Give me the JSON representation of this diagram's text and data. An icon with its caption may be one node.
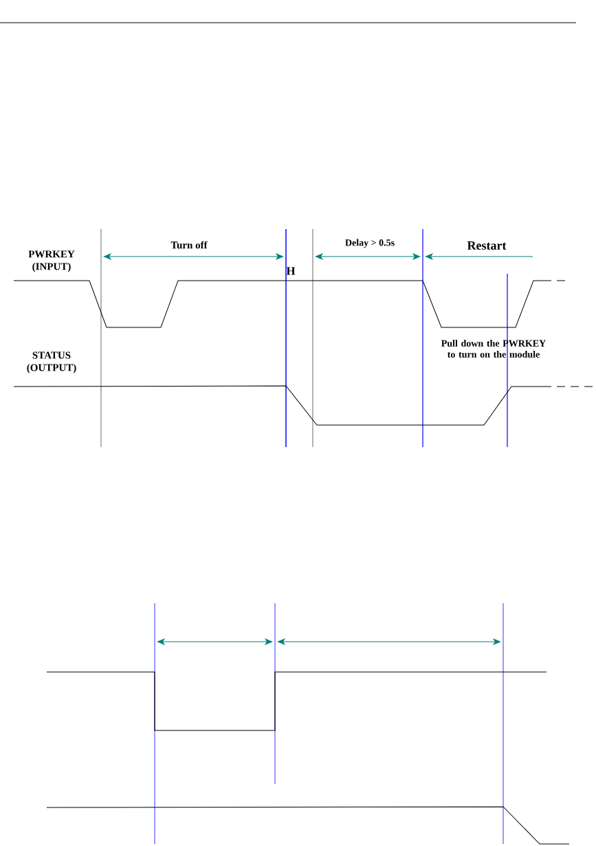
{
  "diagram": {
    "labels": [
      "Turn off",
      "Delay > 0.5s",
      "Restart",
      "PWRKEY (INPUT)",
      "H",
      "STATUS (OUTPUT)",
      "Pull down the PWRKEY to turn on the module"
    ]
  }
}
